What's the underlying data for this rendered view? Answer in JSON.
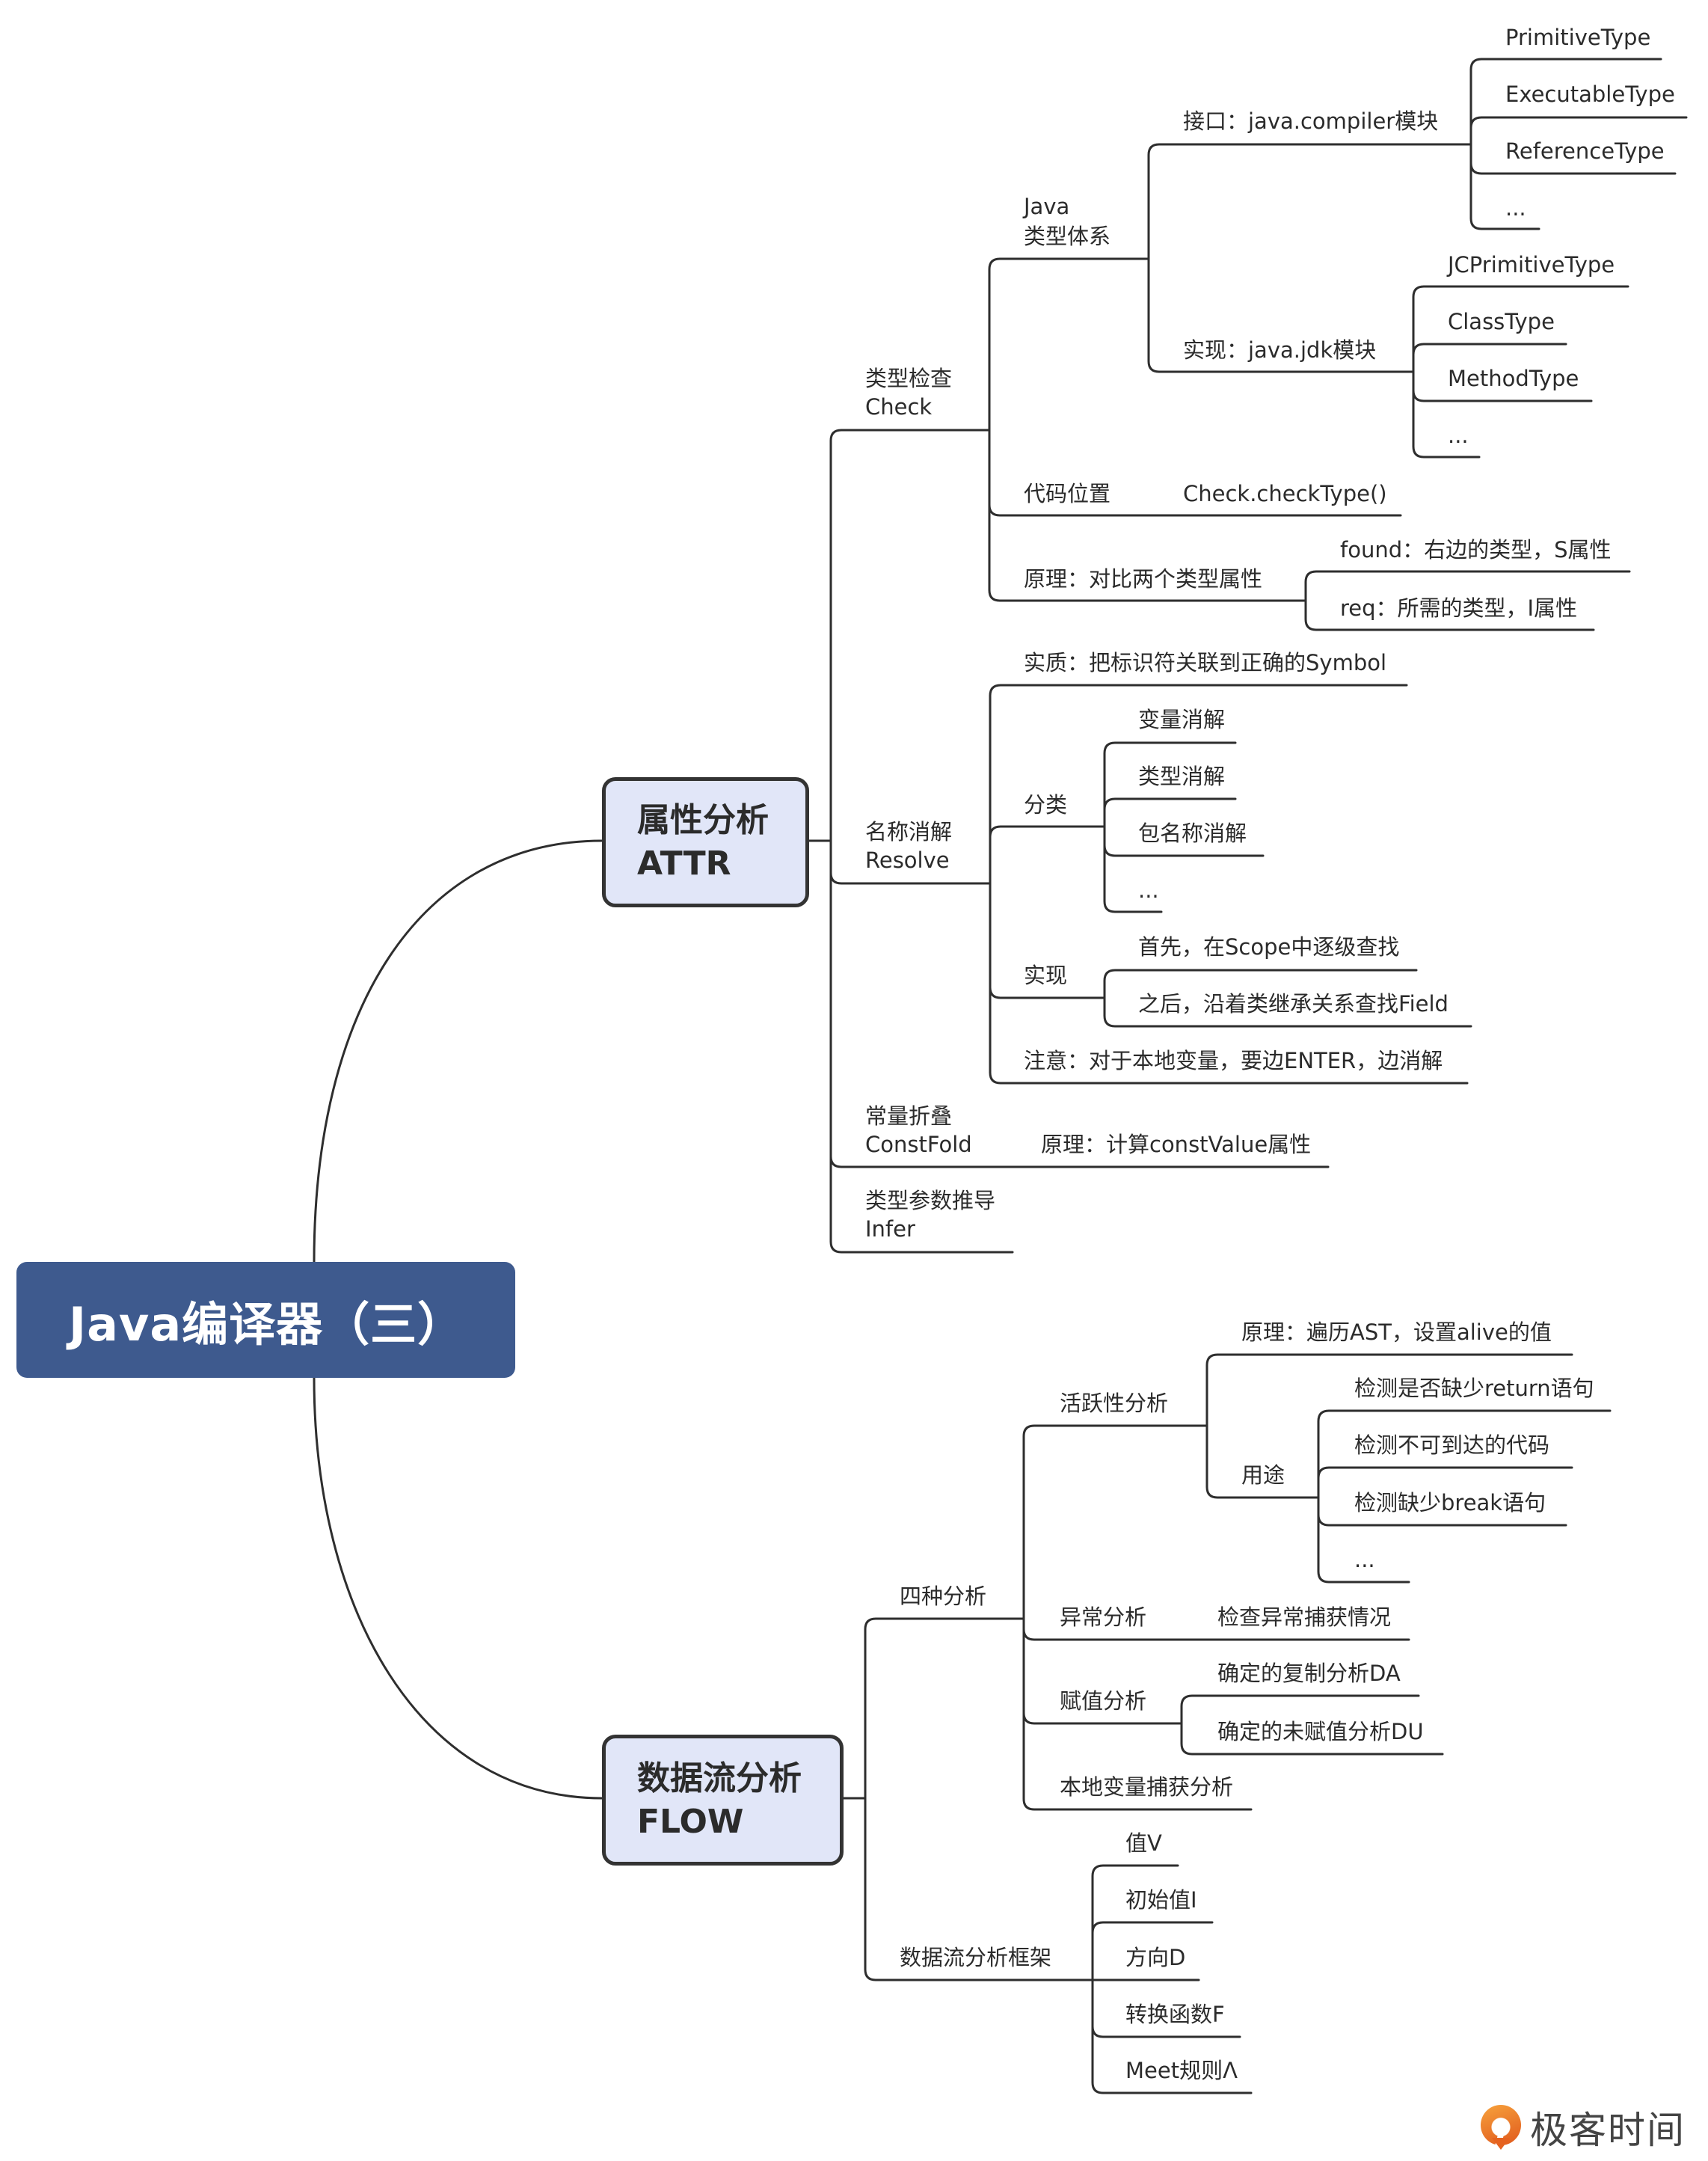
{
  "root": {
    "title": "Java编译器（三）"
  },
  "colors": {
    "root_fill": "#3e5a8e",
    "main_fill": "#e1e6f8",
    "line": "#2e2e2e",
    "text": "#2b2b2b",
    "logo_orange": "#ef7a28"
  },
  "attr": {
    "title_cn": "属性分析",
    "title_en": "ATTR",
    "check": {
      "label_cn": "类型检查",
      "label_en": "Check",
      "type_system": {
        "label_1": "Java",
        "label_2": "类型体系",
        "interface": {
          "label": "接口：java.compiler模块",
          "items": [
            "PrimitiveType",
            "ExecutableType",
            "ReferenceType",
            "..."
          ]
        },
        "impl": {
          "label": "实现：java.jdk模块",
          "items": [
            "JCPrimitiveType",
            "ClassType",
            "MethodType",
            "..."
          ]
        }
      },
      "code_location": {
        "label": "代码位置",
        "value": "Check.checkType()"
      },
      "principle": {
        "label": "原理：对比两个类型属性",
        "items": [
          "found：右边的类型，S属性",
          "req：所需的类型，I属性"
        ]
      }
    },
    "resolve": {
      "label_cn": "名称消解",
      "label_en": "Resolve",
      "essence": "实质：把标识符关联到正确的Symbol",
      "category": {
        "label": "分类",
        "items": [
          "变量消解",
          "类型消解",
          "包名称消解",
          "..."
        ]
      },
      "impl": {
        "label": "实现",
        "items": [
          "首先，在Scope中逐级查找",
          "之后，沿着类继承关系查找Field"
        ]
      },
      "note": "注意：对于本地变量，要边ENTER，边消解"
    },
    "constfold": {
      "label_cn": "常量折叠",
      "label_en": "ConstFold",
      "principle": "原理：计算constValue属性"
    },
    "infer": {
      "label_cn": "类型参数推导",
      "label_en": "Infer"
    }
  },
  "flow": {
    "title_cn": "数据流分析",
    "title_en": "FLOW",
    "four": {
      "label": "四种分析",
      "liveness": {
        "label": "活跃性分析",
        "principle": "原理：遍历AST，设置alive的值",
        "usage": {
          "label": "用途",
          "items": [
            "检测是否缺少return语句",
            "检测不可到达的代码",
            "检测缺少break语句",
            "..."
          ]
        }
      },
      "exception": {
        "label": "异常分析",
        "value": "检查异常捕获情况"
      },
      "assign": {
        "label": "赋值分析",
        "items": [
          "确定的复制分析DA",
          "确定的未赋值分析DU"
        ]
      },
      "capture": {
        "label": "本地变量捕获分析"
      }
    },
    "framework": {
      "label": "数据流分析框架",
      "items": [
        "值V",
        "初始值I",
        "方向D",
        "转换函数F",
        "Meet规则Λ"
      ]
    }
  },
  "logo": {
    "text": "极客时间"
  }
}
